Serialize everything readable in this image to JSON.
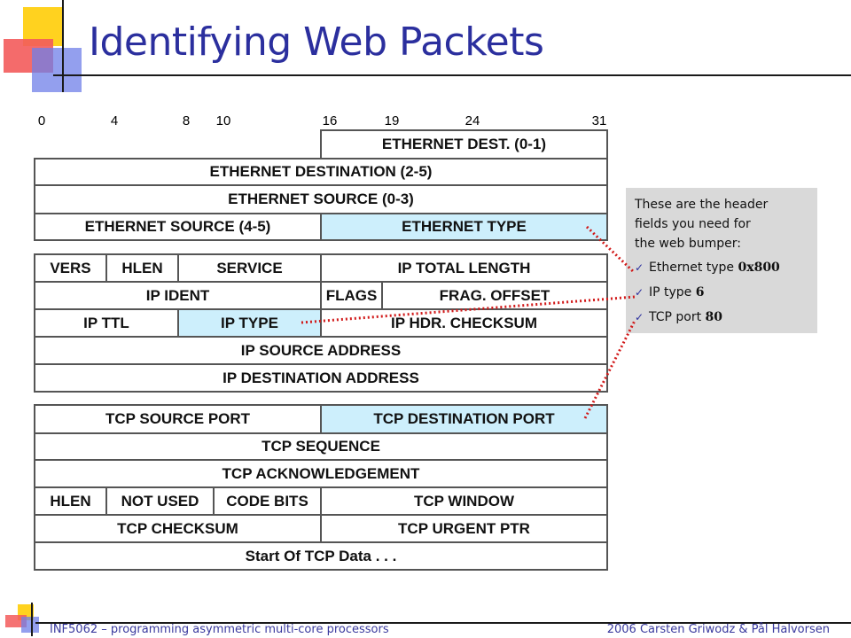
{
  "title": "Identifying Web Packets",
  "bit_positions": [
    "0",
    "4",
    "8",
    "10",
    "16",
    "19",
    "24",
    "31"
  ],
  "ethernet": {
    "dest_0_1": "ETHERNET DEST. (0-1)",
    "dest_2_5": "ETHERNET DESTINATION (2-5)",
    "src_0_3": "ETHERNET SOURCE (0-3)",
    "src_4_5": "ETHERNET SOURCE (4-5)",
    "type": "ETHERNET TYPE"
  },
  "ip": {
    "vers": "VERS",
    "hlen": "HLEN",
    "service": "SERVICE",
    "total_length": "IP TOTAL LENGTH",
    "ident": "IP IDENT",
    "flags": "FLAGS",
    "frag_offset": "FRAG. OFFSET",
    "ttl": "IP TTL",
    "type": "IP TYPE",
    "hdr_checksum": "IP HDR. CHECKSUM",
    "source_address": "IP SOURCE ADDRESS",
    "destination_address": "IP DESTINATION ADDRESS"
  },
  "tcp": {
    "source_port": "TCP SOURCE PORT",
    "destination_port": "TCP DESTINATION PORT",
    "sequence": "TCP SEQUENCE",
    "acknowledgement": "TCP ACKNOWLEDGEMENT",
    "hlen": "HLEN",
    "not_used": "NOT USED",
    "code_bits": "CODE BITS",
    "window": "TCP WINDOW",
    "checksum": "TCP CHECKSUM",
    "urgent_ptr": "TCP URGENT PTR",
    "data_start": "Start Of TCP Data . . ."
  },
  "callout": {
    "intro_line1": "These are the header",
    "intro_line2": "fields you need for",
    "intro_line3": "the web bumper:",
    "item1_label": "Ethernet type ",
    "item1_value": "0x800",
    "item2_label": "IP type ",
    "item2_value": "6",
    "item3_label": "TCP port ",
    "item3_value": "80"
  },
  "footer": {
    "left": "INF5062 – programming asymmetric multi-core processors",
    "right": "2006 Carsten Griwodz & Pål Halvorsen"
  },
  "colors": {
    "title": "#2b2f9e",
    "highlight": "#cdeffc",
    "connector": "#d11a1a",
    "callout_bg": "#d9d9d9",
    "logo_yellow": "#ffd21f",
    "logo_red": "#f35b5b",
    "logo_blue": "#6f7fe8"
  }
}
